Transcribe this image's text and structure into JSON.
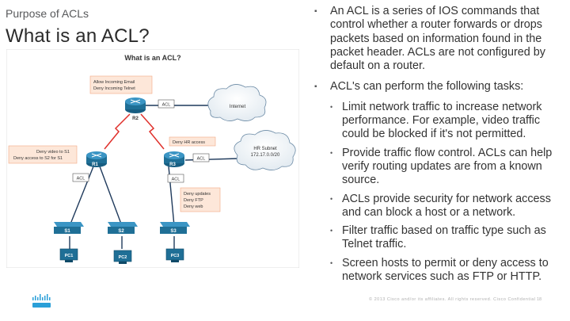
{
  "slide": {
    "kicker": "Purpose of ACLs",
    "title": "What is an ACL?",
    "footer": "© 2013 Cisco and/or its affiliates. All rights reserved.   Cisco Confidential",
    "page_number": "18"
  },
  "diagram": {
    "title": "What is an ACL?",
    "labels": {
      "allow_email": "Allow Incoming Email",
      "deny_telnet": "Deny Incoming Telnet",
      "internet": "Internet",
      "deny_hr": "Deny HR access",
      "hr_subnet": "HR Subnet",
      "hr_subnet_addr": "172.17.0.0/20",
      "deny_video_s1": "Deny video to S1",
      "deny_access_s2": "Deny access to S2 for S1",
      "deny_updates": "Deny updates",
      "deny_ftp": "Deny FTP",
      "deny_web": "Deny web",
      "acl": "ACL"
    },
    "routers": [
      "R2",
      "R1",
      "R3"
    ],
    "switches": [
      "S1",
      "S2",
      "S3"
    ],
    "pcs": [
      "PC1",
      "PC2",
      "PC3"
    ],
    "colors": {
      "note_fill": "#fde7d9",
      "note_border": "#f2a983",
      "link": "#1f3a5c",
      "serial": "#e0312c",
      "device": "#1f6f96"
    }
  },
  "bullets": [
    {
      "text": "An ACL is a series of IOS commands that control whether a router forwards or drops packets based on information found in the packet header.  ACLs are not configured by default on a router.",
      "sub": []
    },
    {
      "text": "ACL's can perform the following tasks:",
      "sub": [
        "Limit network traffic to increase network performance.  For example, video traffic could be blocked if it's not permitted.",
        "Provide traffic flow control.  ACLs can help verify routing updates are from a known source.",
        "ACLs provide security for network access and can block a host or a network.",
        "Filter traffic based on traffic type such as Telnet traffic.",
        "Screen hosts to permit or deny access to network services such as FTP or HTTP."
      ]
    }
  ]
}
